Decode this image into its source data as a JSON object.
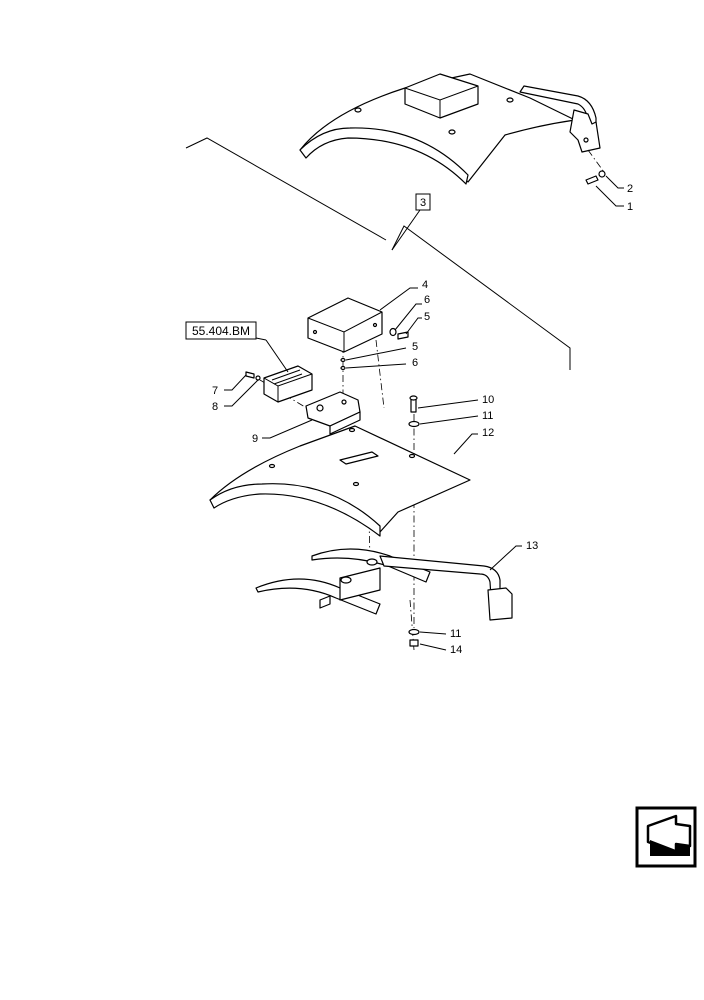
{
  "callouts": {
    "c1": "1",
    "c2": "2",
    "c3": "3",
    "c4": "4",
    "c5a": "5",
    "c5b": "5",
    "c6a": "6",
    "c6b": "6",
    "c7": "7",
    "c8": "8",
    "c9": "9",
    "c10": "10",
    "c11a": "11",
    "c11b": "11",
    "c12": "12",
    "c13": "13",
    "c14": "14"
  },
  "reference": {
    "label": "55.404.BM"
  },
  "nav_icon": "next-page-arrow-icon"
}
